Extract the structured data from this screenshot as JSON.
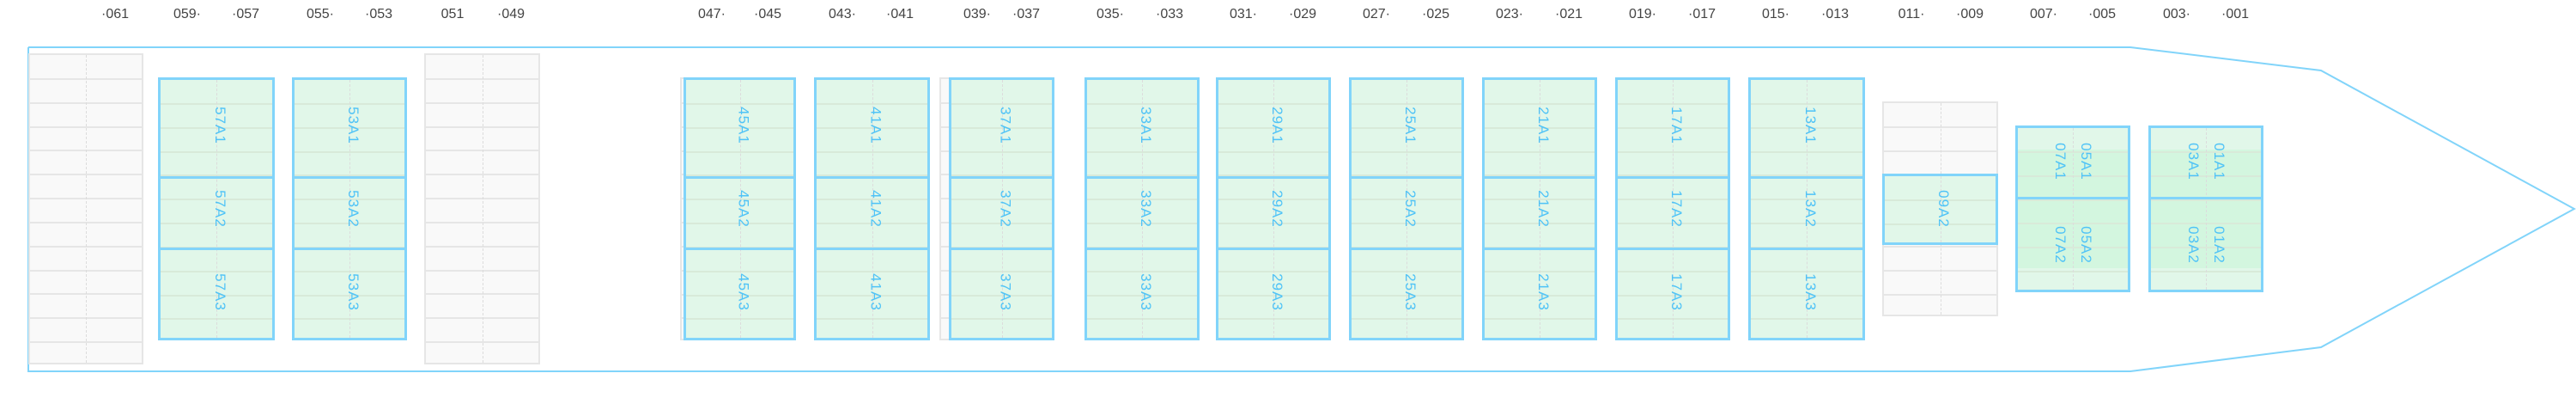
{
  "colors": {
    "hull": "#81d4fa",
    "slot_fill": "#e1f7e9",
    "slot_text": "#4fc3f7",
    "empty_fill": "#f9f9f9"
  },
  "bay_labels": [
    "·061",
    "059·",
    "·057",
    "055·",
    "·053",
    "051",
    "·049",
    "047·",
    "·045",
    "043·",
    "·041",
    "039·",
    "·037",
    "035·",
    "·033",
    "031·",
    "·029",
    "027·",
    "·025",
    "023·",
    "·021",
    "019·",
    "·017",
    "015·",
    "·013",
    "011·",
    "·009",
    "007·",
    "·005",
    "003·",
    "·001"
  ],
  "slots": {
    "b57": [
      "57A1",
      "57A2",
      "57A3"
    ],
    "b53": [
      "53A1",
      "53A2",
      "53A3"
    ],
    "b45": [
      "45A1",
      "45A2",
      "45A3"
    ],
    "b41": [
      "41A1",
      "41A2",
      "41A3"
    ],
    "b37": [
      "37A1",
      "37A2",
      "37A3"
    ],
    "b33": [
      "33A1",
      "33A2",
      "33A3"
    ],
    "b29": [
      "29A1",
      "29A2",
      "29A3"
    ],
    "b25": [
      "25A1",
      "25A2",
      "25A3"
    ],
    "b21": [
      "21A1",
      "21A2",
      "21A3"
    ],
    "b17": [
      "17A1",
      "17A2",
      "17A3"
    ],
    "b13": [
      "13A1",
      "13A2",
      "13A3"
    ],
    "b09": [
      "09A2"
    ],
    "b07": [
      "07A1",
      "07A2"
    ],
    "b05": [
      "05A1",
      "05A2"
    ],
    "b03": [
      "03A1",
      "03A2"
    ],
    "b01": [
      "01A1",
      "01A2"
    ]
  }
}
